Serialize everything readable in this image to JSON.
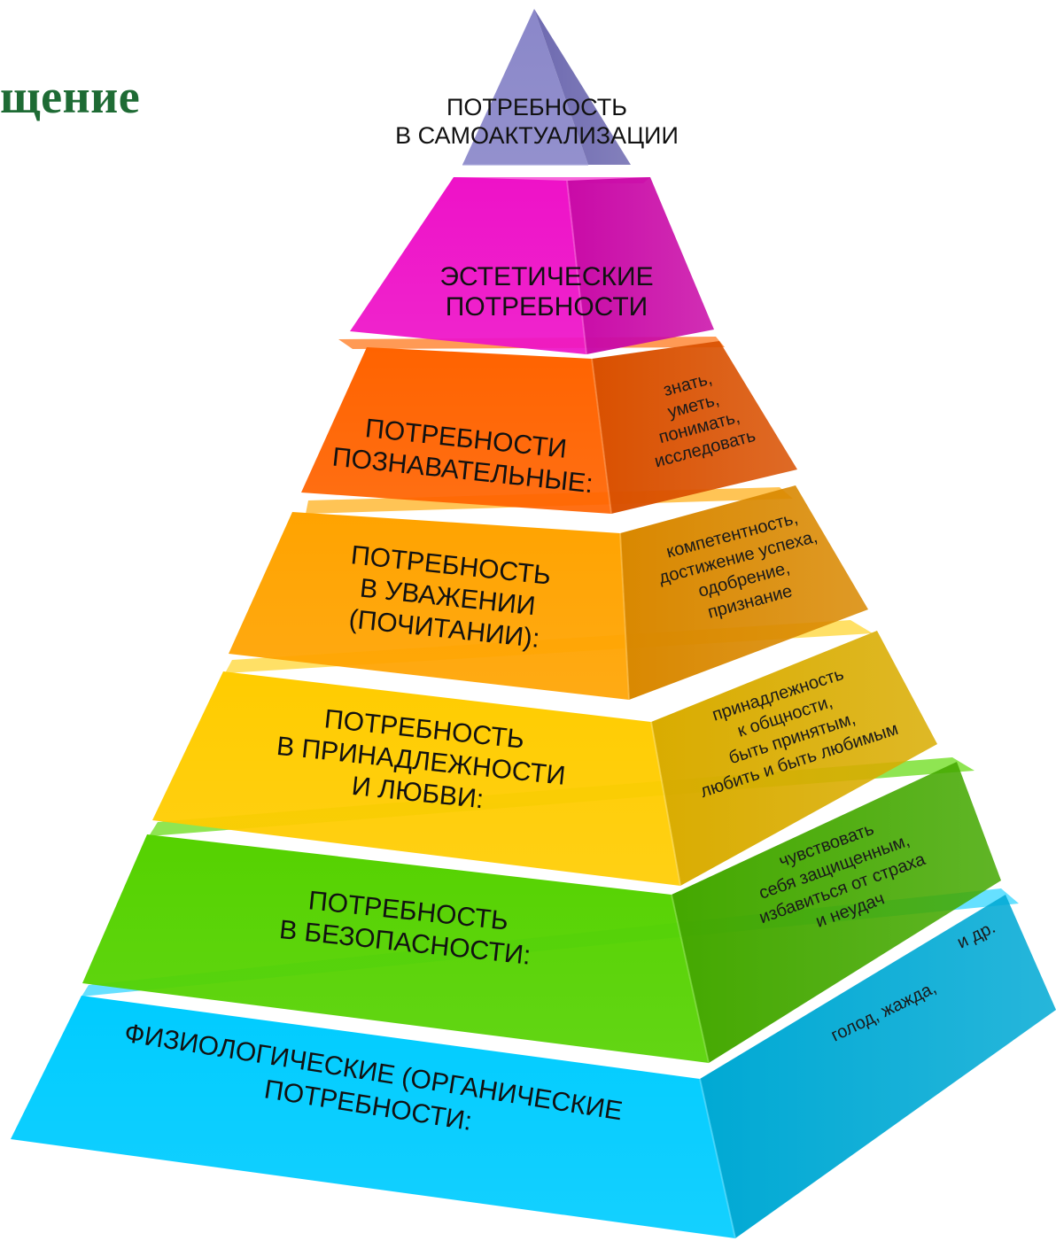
{
  "slide": {
    "title_fragment": "щение",
    "title_color": "#1e6b34"
  },
  "pyramid": {
    "levels": [
      {
        "id": "self-actualization",
        "label_lines": [
          "ПОТРЕБНОСТЬ",
          "В САМОАКТУАЛИЗАЦИИ"
        ],
        "note_lines": [],
        "colors": {
          "front": "#8a87c9",
          "side": "#6e6ab0",
          "top": "#a3a0d8"
        }
      },
      {
        "id": "aesthetic",
        "label_lines": [
          "ЭСТЕТИЧЕСКИЕ",
          "ПОТРЕБНОСТИ"
        ],
        "note_lines": [],
        "colors": {
          "front": "#ee12c8",
          "side": "#c90aa7",
          "top": "#f866da"
        }
      },
      {
        "id": "cognitive",
        "label_lines": [
          "ПОТРЕБНОСТИ",
          "ПОЗНАВАТЕЛЬНЫЕ:"
        ],
        "note_lines": [
          "знать,",
          "уметь,",
          "понимать,",
          "исследовать"
        ],
        "colors": {
          "front": "#ff6300",
          "side": "#d95000",
          "top": "#ff9a55"
        }
      },
      {
        "id": "esteem",
        "label_lines": [
          "ПОТРЕБНОСТЬ",
          "В УВАЖЕНИИ",
          "(ПОЧИТАНИИ):"
        ],
        "note_lines": [
          "компетентность,",
          "достижение успеха,",
          "одобрение,",
          "признание"
        ],
        "colors": {
          "front": "#ffa300",
          "side": "#d98800",
          "top": "#ffc455"
        }
      },
      {
        "id": "belonging",
        "label_lines": [
          "ПОТРЕБНОСТЬ",
          "В ПРИНАДЛЕЖНОСТИ",
          "И ЛЮБВИ:"
        ],
        "note_lines": [
          "принадлежность",
          "к общности,",
          "быть принятым,",
          "любить и быть любимым"
        ],
        "colors": {
          "front": "#ffcc00",
          "side": "#d9ac00",
          "top": "#ffe066"
        }
      },
      {
        "id": "safety",
        "label_lines": [
          "ПОТРЕБНОСТЬ",
          "В БЕЗОПАСНОСТИ:"
        ],
        "note_lines": [
          "чувствовать",
          "себя защищенным,",
          "избавиться от страха",
          "и неудач"
        ],
        "colors": {
          "front": "#55d200",
          "side": "#44a800",
          "top": "#8fe552"
        }
      },
      {
        "id": "physiological",
        "label_lines": [
          "ФИЗИОЛОГИЧЕСКИЕ (ОРГАНИЧЕСКИЕ",
          "ПОТРЕБНОСТИ:"
        ],
        "note_lines": [
          "голод, жажда,",
          "и др."
        ],
        "colors": {
          "front": "#00ccff",
          "side": "#00a9d4",
          "top": "#66e0ff"
        }
      }
    ]
  }
}
